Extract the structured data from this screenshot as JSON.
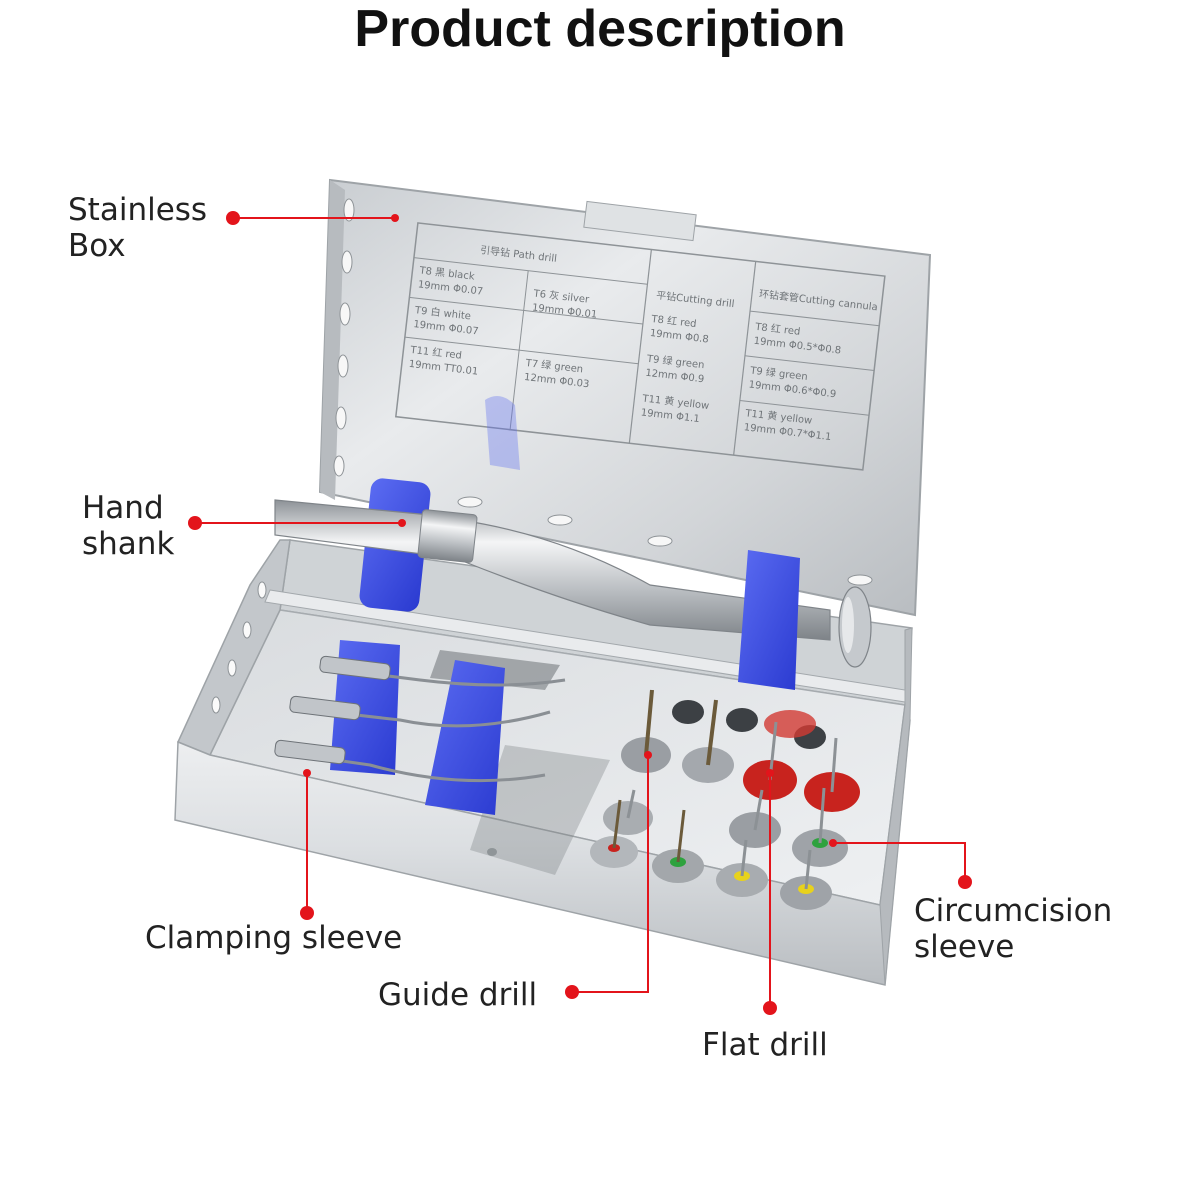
{
  "title": "Product description",
  "callouts": {
    "stainless_box": [
      "Stainless",
      "Box"
    ],
    "hand_shank": [
      "Hand",
      "shank"
    ],
    "clamping_sleeve": "Clamping sleeve",
    "guide_drill": "Guide drill",
    "flat_drill": "Flat drill",
    "circumcision_sleeve": [
      "Circumcision",
      "sleeve"
    ]
  },
  "lid_table": {
    "path_drill_header": "引导钻 Path drill",
    "cutting_drill_header": "平钻Cutting drill",
    "cutting_cannula_header": "环钻套管Cutting cannula",
    "path_col1": [
      "T8 黑 black",
      "19mm Φ0.07",
      "T9 白 white",
      "19mm Φ0.07",
      "T11 红 red",
      "19mm TT0.01"
    ],
    "path_col2": [
      "T6 灰 silver",
      "19mm Φ0.01",
      "T7 绿 green",
      "12mm Φ0.03"
    ],
    "cutting_col": [
      "T8 红 red",
      "19mm Φ0.8",
      "T9 绿 green",
      "12mm Φ0.9",
      "T11 黄 yellow",
      "19mm Φ1.1"
    ],
    "cannula_col": [
      "T8 红 red",
      "19mm Φ0.5*Φ0.8",
      "T9 绿 green",
      "19mm Φ0.6*Φ0.9",
      "T11 黄 yellow",
      "19mm Φ0.7*Φ1.1"
    ]
  },
  "colors": {
    "accent_red": "#e3141b",
    "silicone_blue": "#3a4fe0",
    "steel_light": "#e8eaec",
    "steel_dark": "#9fa4a8",
    "drill_red": "#c8231e",
    "drill_gray": "#9a9ea3",
    "drill_green": "#2ea23e",
    "drill_yellow": "#e8d21c"
  }
}
